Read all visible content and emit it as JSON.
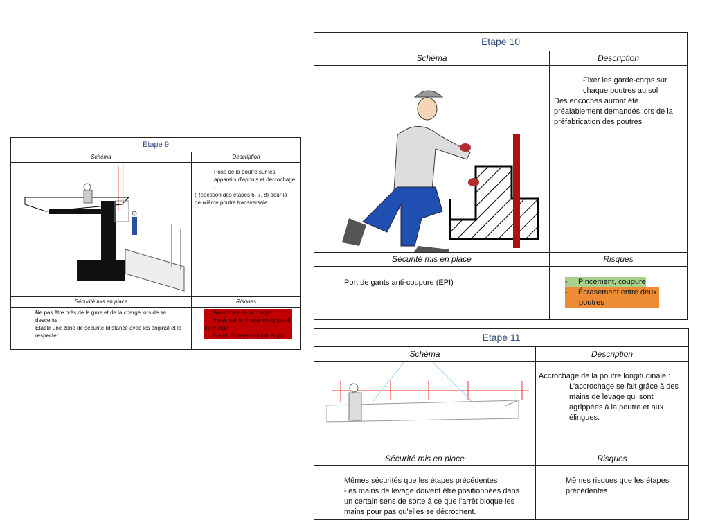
{
  "etape9": {
    "title": "Etape 9",
    "col_schema": "Schéma",
    "col_description": "Description",
    "description_items": [
      "Pose de la poutre sur les appareils d'appuis et décrochage :"
    ],
    "description_text": "(Répétition des étapes 6, 7, 8) pour la deuxième poutre transversale.",
    "col_securite": "Sécurité mis en place",
    "col_risques": "Risques",
    "securite_items": [
      "Ne pas être près de la grue et de la charge lors de sa descente",
      "Établir une zone de sécurité (distance avec les engins) et la respecter"
    ],
    "risques_items": [
      "Retombée de la charge",
      "Heurt par la charge ou appareil de levage",
      "Heurt, écrasement par engin"
    ],
    "risk_color": "#c00000"
  },
  "etape10": {
    "title": "Etape 10",
    "col_schema": "Schéma",
    "col_description": "Description",
    "description_items": [
      "Fixer les garde-corps sur chaque poutres au sol"
    ],
    "description_text": "Des encoches auront été préalablement demandés lors de la préfabrication des poutres",
    "col_securite": "Sécurité mis en place",
    "col_risques": "Risques",
    "securite_items": [
      "Port de gants anti-coupure (EPI)"
    ],
    "risques_items": [
      "Pincement, coupure",
      "Écrasement entre deux poutres"
    ],
    "risk_colors": [
      "#a9d18e",
      "#ed8c35"
    ]
  },
  "etape11": {
    "title": "Etape 11",
    "col_schema": "Schéma",
    "col_description": "Description",
    "description_text": "Accrochage de la poutre longitudinale :",
    "description_items": [
      "L'accrochage se fait grâce à des mains de levage qui sont agrippées à la poutre et aux élingues."
    ],
    "col_securite": "Sécurité mis en place",
    "col_risques": "Risques",
    "securite_items": [
      "Mêmes sécurités que les étapes précédentes",
      "Les mains de levage doivent être positionnées dans un certain sens de sorte à ce que l'arrêt bloque les mains pour pas qu'elles se décrochent."
    ],
    "risques_items": [
      "Mêmes risques que les étapes précédentes"
    ]
  }
}
